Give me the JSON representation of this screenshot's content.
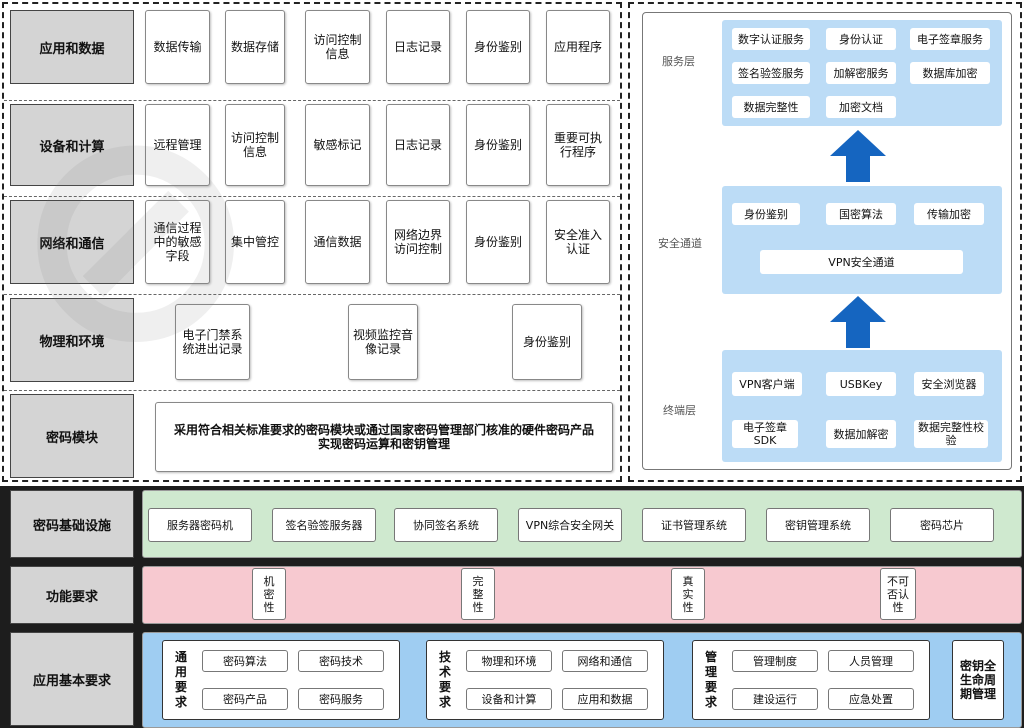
{
  "left_panel": {
    "rows": [
      {
        "label": "应用和数据",
        "cells": [
          "数据传输",
          "数据存储",
          "访问控制信息",
          "日志记录",
          "身份鉴别",
          "应用程序"
        ]
      },
      {
        "label": "设备和计算",
        "cells": [
          "远程管理",
          "访问控制信息",
          "敏感标记",
          "日志记录",
          "身份鉴别",
          "重要可执行程序"
        ]
      },
      {
        "label": "网络和通信",
        "cells": [
          "通信过程中的敏感字段",
          "集中管控",
          "通信数据",
          "网络边界访问控制",
          "身份鉴别",
          "安全准入认证"
        ]
      },
      {
        "label": "物理和环境",
        "cells": [
          "电子门禁系统进出记录",
          "视频监控音像记录",
          "身份鉴别"
        ]
      },
      {
        "label": "密码模块",
        "cells": [
          "采用符合相关标准要求的密码模块或通过国家密码管理部门核准的硬件密码产品实现密码运算和密钥管理"
        ]
      }
    ]
  },
  "right_panel": {
    "service_layer": {
      "name": "服务层",
      "items": [
        "数字认证服务",
        "身份认证",
        "电子签章服务",
        "签名验签服务",
        "加解密服务",
        "数据库加密",
        "数据完整性",
        "加密文档"
      ]
    },
    "channel_layer": {
      "name": "安全通道",
      "items": [
        "身份鉴别",
        "国密算法",
        "传输加密",
        "VPN安全通道"
      ]
    },
    "terminal_layer": {
      "name": "终端层",
      "items": [
        "VPN客户端",
        "USBKey",
        "安全浏览器",
        "电子签章SDK",
        "数据加解密",
        "数据完整性校验"
      ]
    }
  },
  "bottom": {
    "infrastructure": {
      "label": "密码基础设施",
      "items": [
        "服务器密码机",
        "签名验签服务器",
        "协同签名系统",
        "VPN综合安全网关",
        "证书管理系统",
        "密钥管理系统",
        "密码芯片"
      ]
    },
    "function_req": {
      "label": "功能要求",
      "items": [
        "机密性",
        "完整性",
        "真实性",
        "不可否认性"
      ]
    },
    "basic_req": {
      "label": "应用基本要求",
      "groups": [
        {
          "title": "通用要求",
          "items": [
            "密码算法",
            "密码技术",
            "密码产品",
            "密码服务"
          ]
        },
        {
          "title": "技术要求",
          "items": [
            "物理和环境",
            "网络和通信",
            "设备和计算",
            "应用和数据"
          ]
        },
        {
          "title": "管理要求",
          "items": [
            "管理制度",
            "人员管理",
            "建设运行",
            "应急处置"
          ]
        }
      ],
      "lifecycle": "密钥全生命周期管理"
    }
  },
  "colors": {
    "service_bg": "#bcdcf6",
    "infra_bg": "#cfe9cf",
    "function_bg": "#f7c9d0",
    "basic_bg": "#9fcdf2",
    "arrow": "#1565c0"
  }
}
